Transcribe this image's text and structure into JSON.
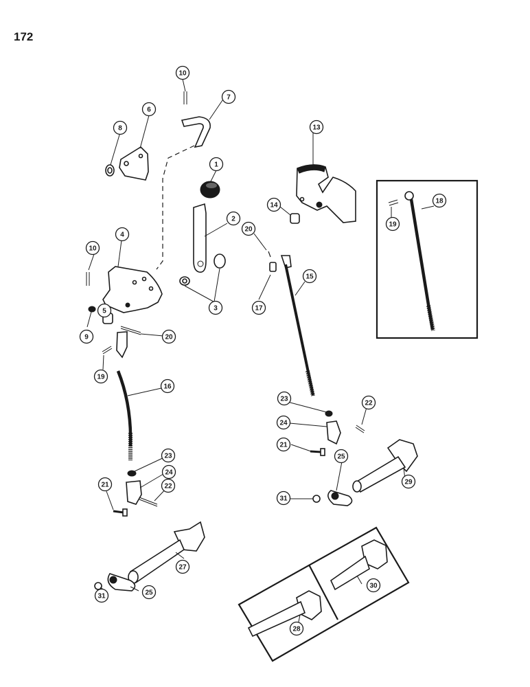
{
  "page": {
    "number": "172"
  },
  "callouts": [
    {
      "id": "c10a",
      "label": "10"
    },
    {
      "id": "c7",
      "label": "7"
    },
    {
      "id": "c6",
      "label": "6"
    },
    {
      "id": "c8",
      "label": "8"
    },
    {
      "id": "c13",
      "label": "13"
    },
    {
      "id": "c1",
      "label": "1"
    },
    {
      "id": "c2",
      "label": "2"
    },
    {
      "id": "c14",
      "label": "14"
    },
    {
      "id": "c18",
      "label": "18"
    },
    {
      "id": "c19a",
      "label": "19"
    },
    {
      "id": "c20a",
      "label": "20"
    },
    {
      "id": "c10b",
      "label": "10"
    },
    {
      "id": "c4",
      "label": "4"
    },
    {
      "id": "c15",
      "label": "15"
    },
    {
      "id": "c3",
      "label": "3"
    },
    {
      "id": "c17",
      "label": "17"
    },
    {
      "id": "c5",
      "label": "5"
    },
    {
      "id": "c9",
      "label": "9"
    },
    {
      "id": "c20b",
      "label": "20"
    },
    {
      "id": "c19b",
      "label": "19"
    },
    {
      "id": "c16",
      "label": "16"
    },
    {
      "id": "c23a",
      "label": "23"
    },
    {
      "id": "c22a",
      "label": "22"
    },
    {
      "id": "c24a",
      "label": "24"
    },
    {
      "id": "c21a",
      "label": "21"
    },
    {
      "id": "c25a",
      "label": "25"
    },
    {
      "id": "c29",
      "label": "29"
    },
    {
      "id": "c31a",
      "label": "31"
    },
    {
      "id": "c23b",
      "label": "23"
    },
    {
      "id": "c24b",
      "label": "24"
    },
    {
      "id": "c21b",
      "label": "21"
    },
    {
      "id": "c22b",
      "label": "22"
    },
    {
      "id": "c27",
      "label": "27"
    },
    {
      "id": "c30",
      "label": "30"
    },
    {
      "id": "c25b",
      "label": "25"
    },
    {
      "id": "c31b",
      "label": "31"
    },
    {
      "id": "c28",
      "label": "28"
    }
  ]
}
